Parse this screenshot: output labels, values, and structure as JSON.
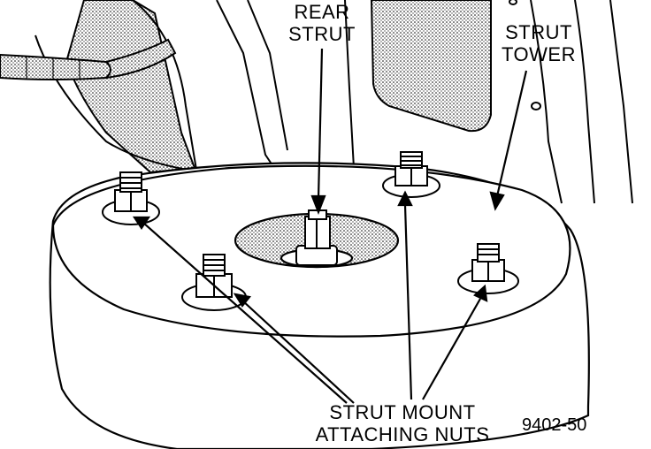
{
  "labels": {
    "rear_strut": {
      "line1": "REAR",
      "line2": "STRUT"
    },
    "strut_tower": {
      "line1": "STRUT",
      "line2": "TOWER"
    },
    "mount_nuts": {
      "line1": "STRUT MOUNT",
      "line2": "ATTACHING NUTS"
    },
    "figure_number": "9402-50"
  },
  "colors": {
    "ink": "#000000",
    "paper": "#ffffff"
  }
}
